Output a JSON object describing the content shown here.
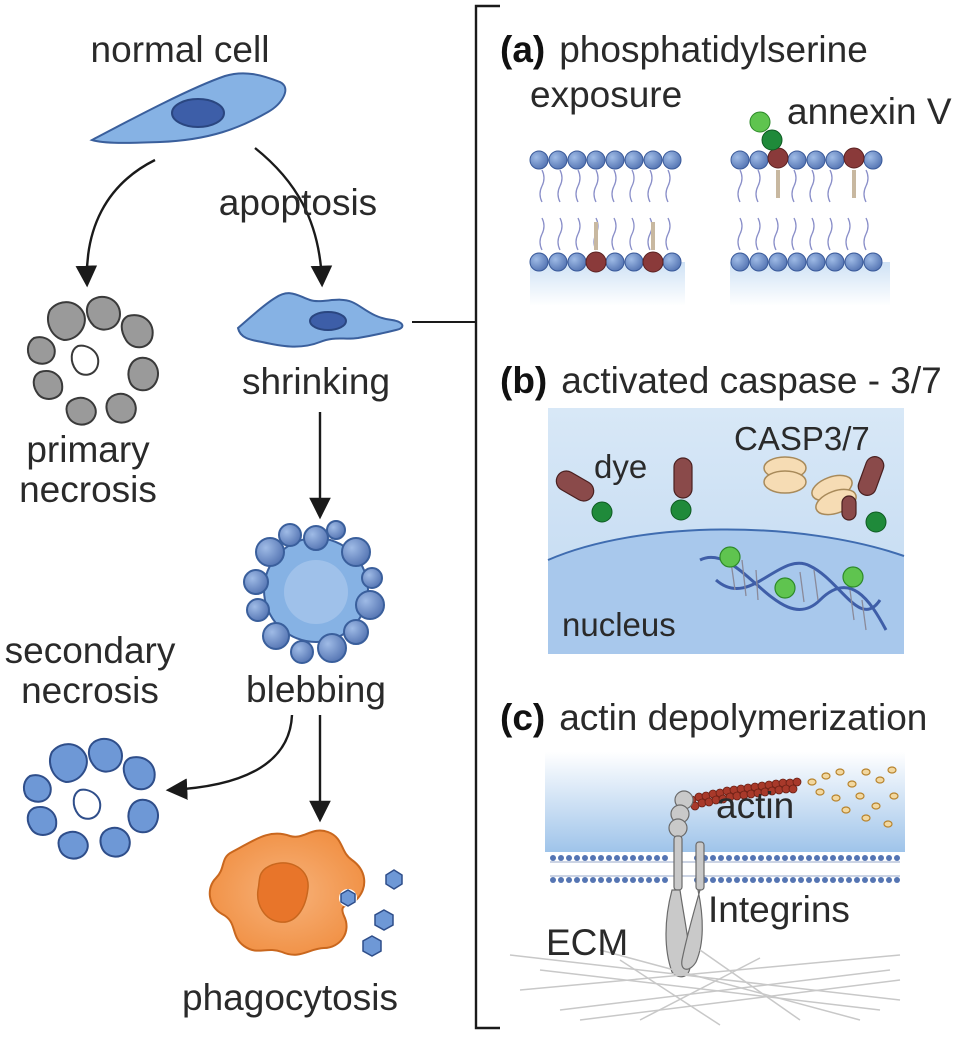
{
  "left": {
    "normal_cell": "normal cell",
    "apoptosis": "apoptosis",
    "shrinking": "shrinking",
    "primary_necrosis_1": "primary",
    "primary_necrosis_2": "necrosis",
    "secondary_necrosis_1": "secondary",
    "secondary_necrosis_2": "necrosis",
    "blebbing": "blebbing",
    "phagocytosis": "phagocytosis"
  },
  "panel_a": {
    "letter": "(a)",
    "title_1": "phosphatidylserine",
    "title_2": "exposure",
    "annexin": "annexin V"
  },
  "panel_b": {
    "letter": "(b)",
    "title": "activated caspase - 3/7",
    "dye": "dye",
    "casp": "CASP3/7",
    "nucleus": "nucleus"
  },
  "panel_c": {
    "letter": "(c)",
    "title": "actin depolymerization",
    "actin": "actin",
    "integrins": "Integrins",
    "ecm": "ECM"
  },
  "colors": {
    "cell_blue": "#7aaae0",
    "cell_outline": "#3a5f9c",
    "necrosis_gray": "#9a9a9a",
    "phagocyte_orange": "#f39a50",
    "green_dye": "#1f8a3a",
    "light_green": "#5fc44f",
    "ps_maroon": "#8a3a3a"
  }
}
